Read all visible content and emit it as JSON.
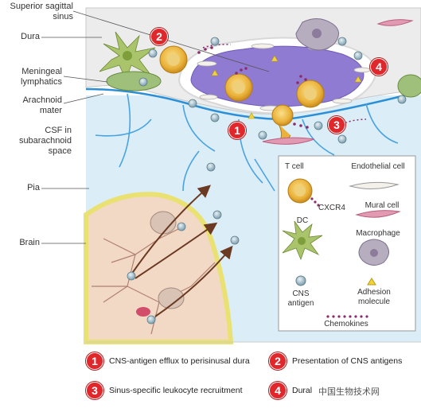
{
  "labels": {
    "superior_sagittal_sinus": "Superior sagittal sinus",
    "dura": "Dura",
    "meningeal_lymphatics": "Meningeal lymphatics",
    "arachnoid_mater": "Arachnoid mater",
    "csf": "CSF in subarachnoid space",
    "pia": "Pia",
    "brain": "Brain"
  },
  "markers": {
    "m1": "1",
    "m2": "2",
    "m3": "3",
    "m4": "4"
  },
  "legend": {
    "t_cell": "T cell",
    "cxcr4": "CXCR4",
    "endothelial_cell": "Endothelial cell",
    "mural_cell": "Mural cell",
    "dc": "DC",
    "macrophage": "Macrophage",
    "cns_antigen": "CNS antigen",
    "adhesion_molecule": "Adhesion molecule",
    "chemokines": "Chemokines"
  },
  "captions": [
    {
      "num": "1",
      "text": "CNS-antigen efflux to perisinusal dura"
    },
    {
      "num": "2",
      "text": "Presentation of CNS antigens"
    },
    {
      "num": "3",
      "text": "Sinus-specific leukocyte recruitment"
    },
    {
      "num": "4",
      "text": "Dural"
    }
  ],
  "watermark": "中国生物技术网",
  "colors": {
    "marker_red": "#e0282c",
    "sinus_purple": "#8f7bd1",
    "csf_blue": "#dbeef8",
    "brain_pink": "#f2d9c6",
    "t_cell_yellow": "#eab23a"
  }
}
